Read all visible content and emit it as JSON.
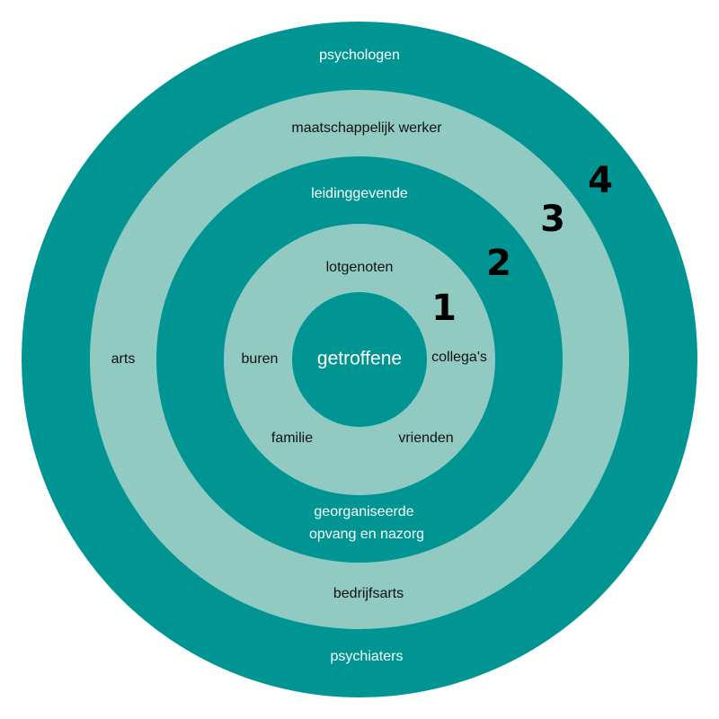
{
  "colors": {
    "dark_teal": "#009593",
    "light_teal": "#90CAC1",
    "text_light": "#ffffff",
    "text_dark": "#111111",
    "number": "#000000"
  },
  "center": {
    "label": "getroffene"
  },
  "ring1": {
    "number": "1",
    "labels": {
      "top": "lotgenoten",
      "left": "buren",
      "right": "collega's",
      "bottom_left": "familie",
      "bottom_right": "vrienden"
    }
  },
  "ring2": {
    "number": "2",
    "labels": {
      "top": "leidinggevende",
      "bottom_line1": "georganiseerde",
      "bottom_line2": "opvang en nazorg"
    }
  },
  "ring3": {
    "number": "3",
    "labels": {
      "top": "maatschappelijk werker",
      "left": "arts",
      "bottom": "bedrijfsarts"
    }
  },
  "ring4": {
    "number": "4",
    "labels": {
      "top": "psychologen",
      "bottom": "psychiaters"
    }
  }
}
